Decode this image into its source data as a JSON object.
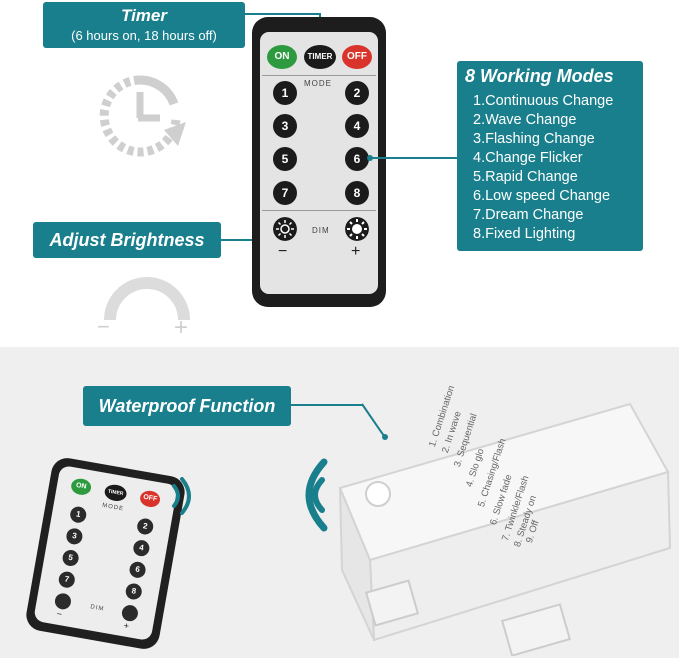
{
  "timer": {
    "title": "Timer",
    "subtitle": "(6 hours on, 18 hours off)"
  },
  "modes": {
    "title": "8 Working Modes",
    "items": [
      "1.Continuous Change",
      "2.Wave Change",
      "3.Flashing Change",
      "4.Change Flicker",
      "5.Rapid Change",
      "6.Low speed Change",
      "7.Dream Change",
      "8.Fixed Lighting"
    ]
  },
  "brightness": {
    "title": "Adjust Brightness",
    "minus": "−",
    "plus": "+"
  },
  "waterproof": {
    "title": "Waterproof Function"
  },
  "remote": {
    "on_label": "ON",
    "timer_label": "TIMER",
    "off_label": "OFF",
    "mode_label": "MODE",
    "dim_label": "DIM",
    "numbers": [
      "1",
      "2",
      "3",
      "4",
      "5",
      "6",
      "7",
      "8"
    ],
    "minus": "−",
    "plus": "+"
  },
  "battery_box": {
    "labels": [
      "1. Combination",
      "2. In wave",
      "3. Sequential",
      "4. Slo glo",
      "5. Chasing/Flash",
      "6. Slow fade",
      "7. Twinkle/Flash",
      "8. Steady on",
      "9. Off"
    ]
  },
  "colors": {
    "accent": "#197f8c",
    "on_button": "#2e9a3f",
    "off_button": "#d9342b",
    "timer_button": "#1a1a1a"
  }
}
